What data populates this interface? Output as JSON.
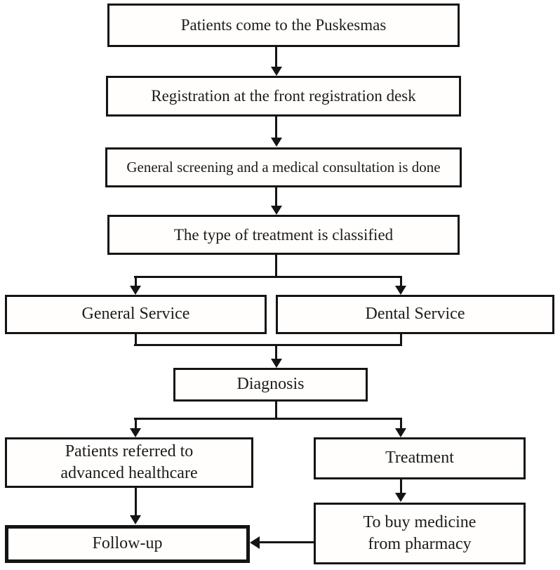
{
  "diagram": {
    "type": "flowchart",
    "line_color": "#141414",
    "background_color": "#ffffff",
    "nodes": {
      "arrive": {
        "label": "Patients come to the Puskesmas"
      },
      "registration": {
        "label": "Registration at the front registration desk"
      },
      "screening": {
        "label": "General screening and a medical consultation is done"
      },
      "classified": {
        "label": "The type of treatment is classified"
      },
      "general_service": {
        "label": "General Service"
      },
      "dental_service": {
        "label": "Dental Service"
      },
      "diagnosis": {
        "label": "Diagnosis"
      },
      "referred": {
        "label": "Patients referred to advanced healthcare",
        "line1": "Patients referred to",
        "line2": "advanced healthcare"
      },
      "treatment": {
        "label": "Treatment"
      },
      "pharmacy": {
        "label": "To buy medicine from pharmacy",
        "line1": "To buy medicine",
        "line2": "from pharmacy"
      },
      "follow_up": {
        "label": "Follow-up"
      }
    },
    "edges": [
      {
        "from": "arrive",
        "to": "registration"
      },
      {
        "from": "registration",
        "to": "screening"
      },
      {
        "from": "screening",
        "to": "classified"
      },
      {
        "from": "classified",
        "to": "general_service"
      },
      {
        "from": "classified",
        "to": "dental_service"
      },
      {
        "from": "general_service",
        "to": "diagnosis"
      },
      {
        "from": "dental_service",
        "to": "diagnosis"
      },
      {
        "from": "diagnosis",
        "to": "referred"
      },
      {
        "from": "diagnosis",
        "to": "treatment"
      },
      {
        "from": "referred",
        "to": "follow_up"
      },
      {
        "from": "treatment",
        "to": "pharmacy"
      },
      {
        "from": "pharmacy",
        "to": "follow_up"
      }
    ]
  }
}
